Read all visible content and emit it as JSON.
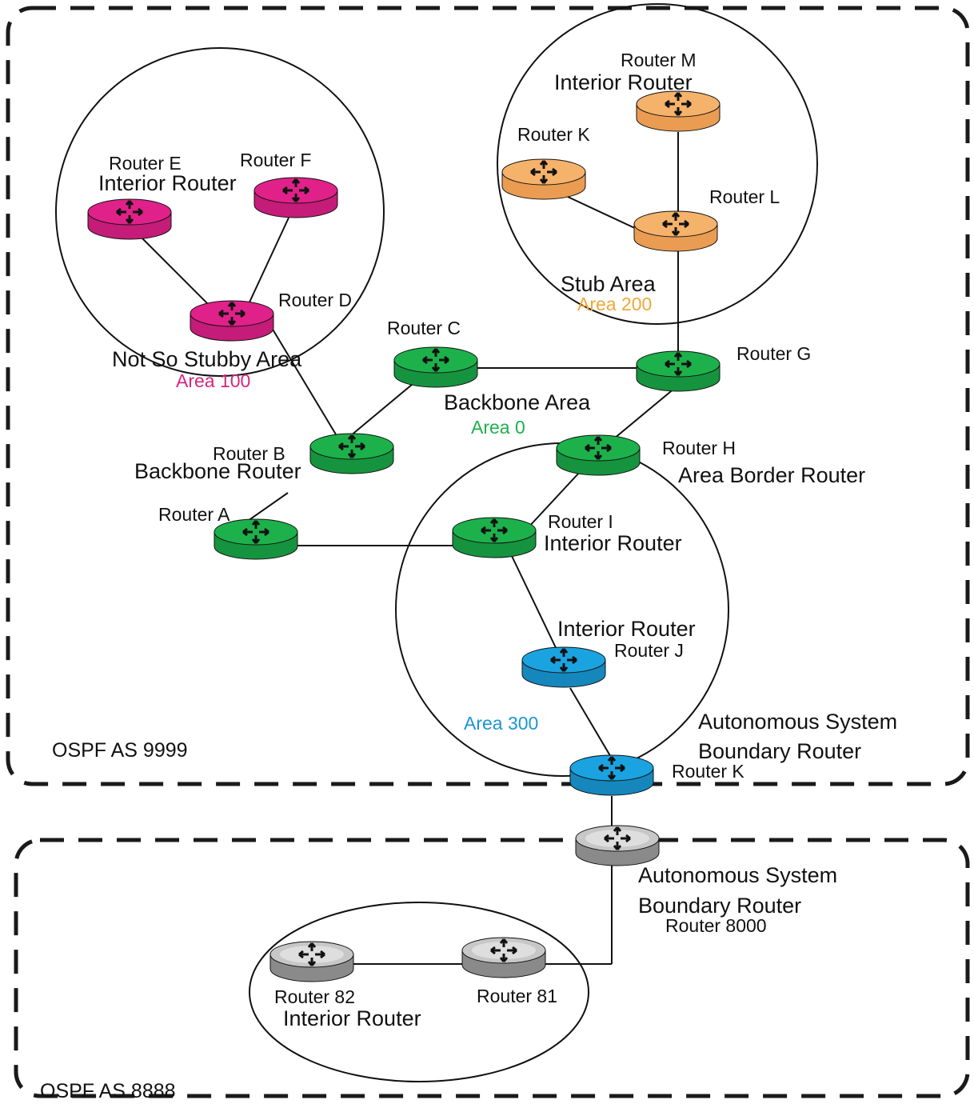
{
  "colors": {
    "pink": "#e0218a",
    "orange": "#f5b26b",
    "green": "#1db14b",
    "blue": "#1aa3e0",
    "gray": "#a9a9a9",
    "area100_text": "#d6267f",
    "area200_text": "#f0a836",
    "area0_text": "#1db14b",
    "area300_text": "#1b96d2"
  },
  "boundaries": {
    "as9999": "OSPF AS 9999",
    "as8888": "OSPF AS 8888"
  },
  "areas": {
    "nssa_name": "Not So Stubby Area",
    "nssa_id": "Area 100",
    "stub_name": "Stub Area",
    "stub_id": "Area 200",
    "backbone_name": "Backbone Area",
    "backbone_id": "Area 0",
    "area300_id": "Area 300"
  },
  "routers": {
    "A": "Router A",
    "B": "Router B",
    "C": "Router C",
    "D": "Router D",
    "E": "Router E",
    "F": "Router F",
    "G": "Router G",
    "H": "Router H",
    "I": "Router I",
    "J": "Router J",
    "K_stub": "Router K",
    "L": "Router L",
    "M": "Router M",
    "K_asbr": "Router K",
    "R8000": "Router 8000",
    "R81": "Router 81",
    "R82": "Router 82"
  },
  "roles": {
    "interior_e": "Interior Router",
    "interior_m": "Interior Router",
    "backbone_b": "Backbone Router",
    "abr_h": "Area Border Router",
    "interior_i": "Interior Router",
    "interior_j": "Interior Router",
    "asbr_k_line1": "Autonomous System",
    "asbr_k_line2": "Boundary Router",
    "asbr_8000_line1": "Autonomous System",
    "asbr_8000_line2": "Boundary Router",
    "interior_82": "Interior Router"
  },
  "icons": {
    "router": "router-arrows-icon"
  }
}
